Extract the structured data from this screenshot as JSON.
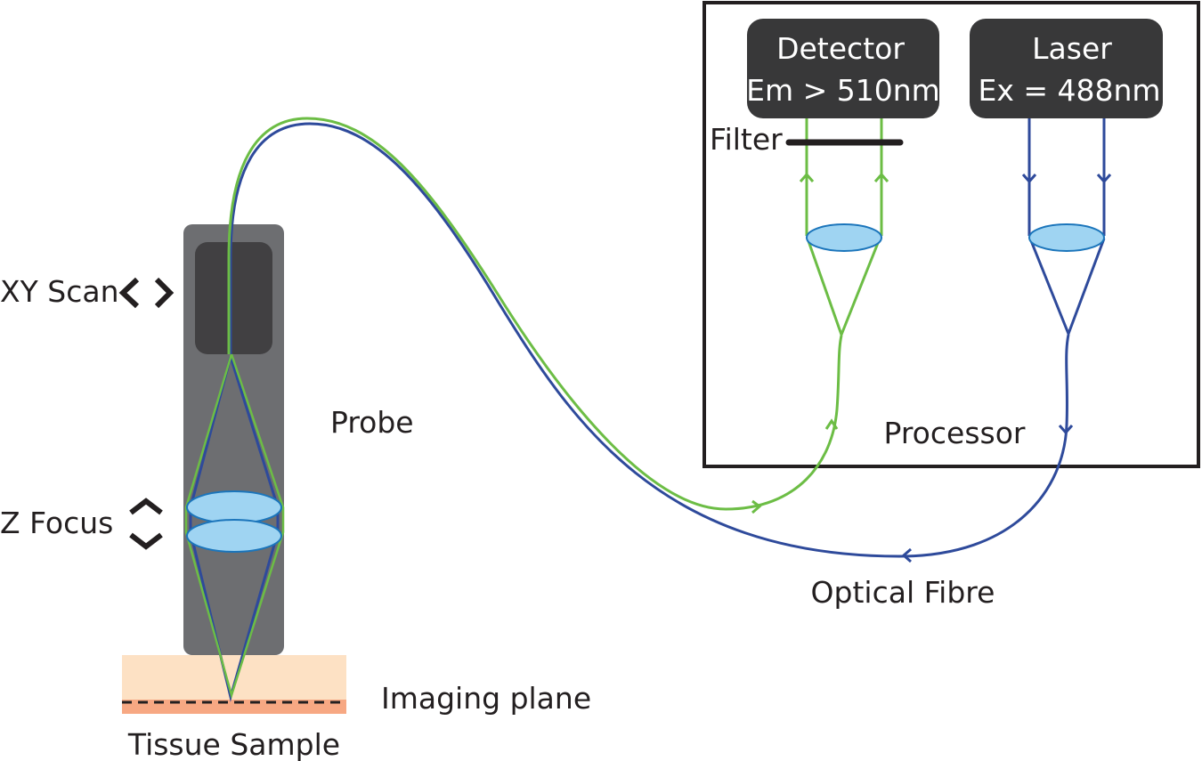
{
  "labels": {
    "xy_scan": "XY Scan",
    "z_focus": "Z Focus",
    "probe": "Probe",
    "imaging_plane": "Imaging plane",
    "tissue_sample": "Tissue Sample",
    "optical_fibre": "Optical Fibre",
    "processor": "Processor",
    "filter": "Filter"
  },
  "detector": {
    "line1": "Detector",
    "line2": "Em > 510nm"
  },
  "laser": {
    "line1": "Laser",
    "line2": "Ex = 488nm"
  },
  "colors": {
    "probe_body": "#6d6e71",
    "scanner": "#414042",
    "box_fill": "#383839",
    "emission_green": "#6cbd45",
    "excitation_blue": "#2e4a9b",
    "lens_fill": "#9fd4f2",
    "lens_stroke": "#1b75bb",
    "tissue_light": "#fde1c4",
    "tissue_dark": "#f7a883"
  }
}
